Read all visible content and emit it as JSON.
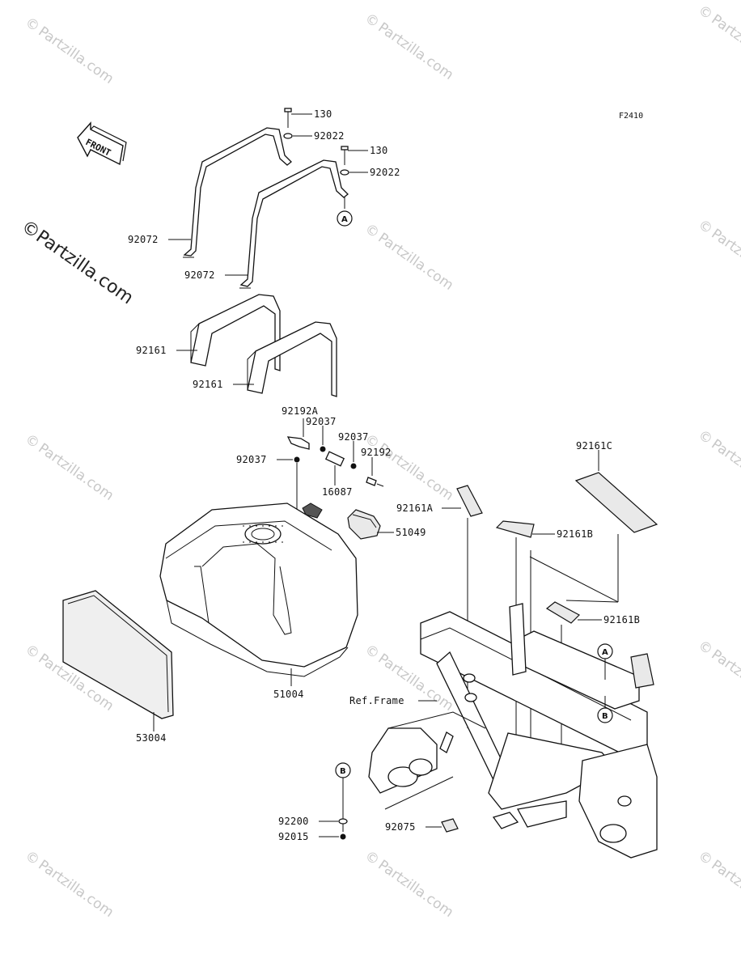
{
  "watermark": {
    "symbol": "©",
    "text": "Partzilla.com"
  },
  "diagram_code": "F2410",
  "front_arrow_label": "FRONT",
  "labels": {
    "p130a": "130",
    "p92022a": "92022",
    "p130b": "130",
    "p92022b": "92022",
    "p92072a": "92072",
    "p92072b": "92072",
    "p92161a": "92161",
    "p92161b": "92161",
    "p92192A": "92192A",
    "p92037a": "92037",
    "p92037b": "92037",
    "p92192": "92192",
    "p92037c": "92037",
    "p16087": "16087",
    "p51049": "51049",
    "p92161C": "92161C",
    "p92161A": "92161A",
    "p92161B1": "92161B",
    "p92161B2": "92161B",
    "p51004": "51004",
    "p53004": "53004",
    "refFrame": "Ref.Frame",
    "p92200": "92200",
    "p92015": "92015",
    "p92075": "92075"
  },
  "callouts": {
    "A": "A",
    "B": "B"
  }
}
